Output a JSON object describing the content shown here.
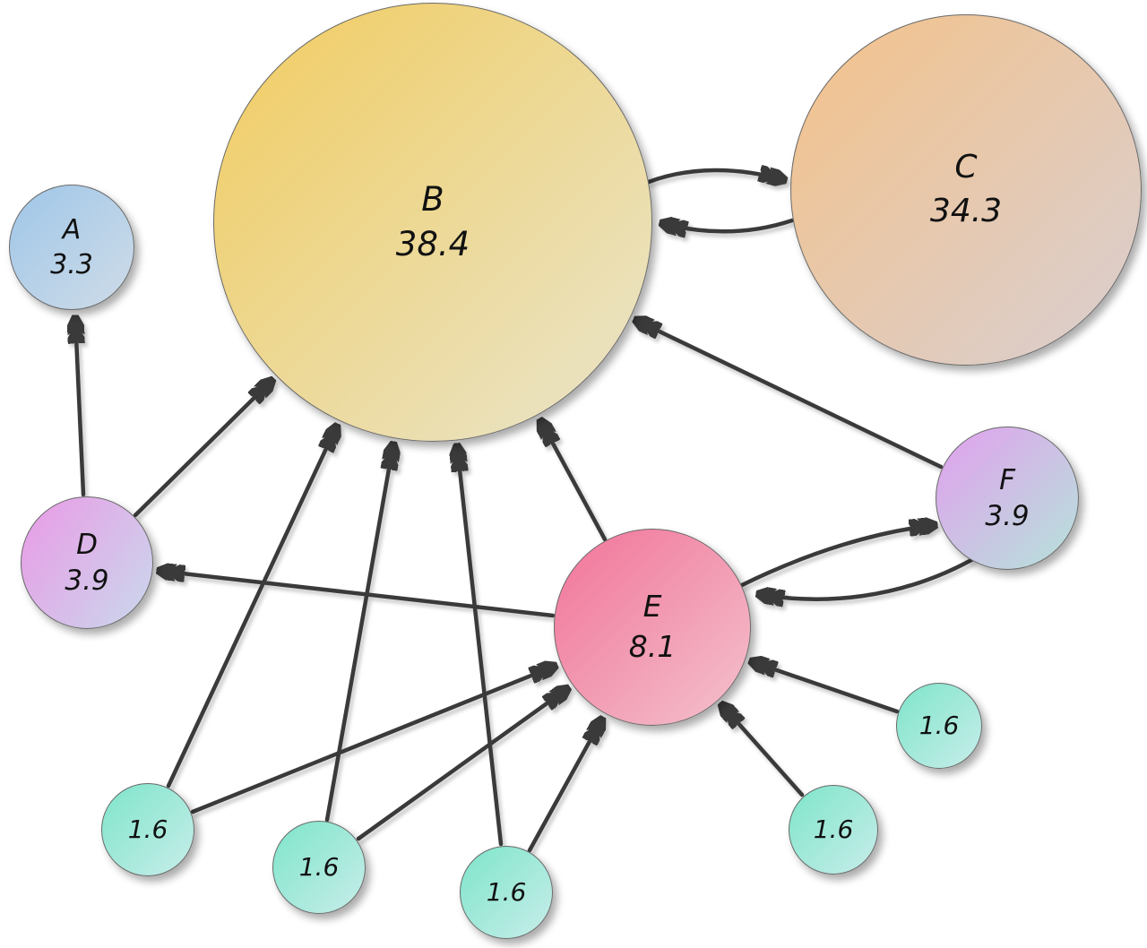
{
  "diagram": {
    "kind": "directed-graph",
    "background": "#ffffff",
    "arrow_color": "#3a3a3a",
    "nodes": [
      {
        "id": "A",
        "label": "A",
        "value": "3.3",
        "color_start": "#9fc6e8",
        "color_end": "#cfdce8"
      },
      {
        "id": "B",
        "label": "B",
        "value": "38.4",
        "color_start": "#f1cc5f",
        "color_end": "#e9e5cd"
      },
      {
        "id": "C",
        "label": "C",
        "value": "34.3",
        "color_start": "#f4c289",
        "color_end": "#d9cfd2"
      },
      {
        "id": "D",
        "label": "D",
        "value": "3.9",
        "color_start": "#ea9ae6",
        "color_end": "#c9d9ec"
      },
      {
        "id": "E",
        "label": "E",
        "value": "8.1",
        "color_start": "#f27399",
        "color_end": "#f3c2cc"
      },
      {
        "id": "F",
        "label": "F",
        "value": "3.9",
        "color_start": "#e2a0ee",
        "color_end": "#b5e3da"
      },
      {
        "id": "P1",
        "label": "",
        "value": "1.6",
        "color_start": "#7ee5ca",
        "color_end": "#c8edea"
      },
      {
        "id": "P2",
        "label": "",
        "value": "1.6",
        "color_start": "#7ee5ca",
        "color_end": "#c8edea"
      },
      {
        "id": "P3",
        "label": "",
        "value": "1.6",
        "color_start": "#7ee5ca",
        "color_end": "#c8edea"
      },
      {
        "id": "P4",
        "label": "",
        "value": "1.6",
        "color_start": "#7ee5ca",
        "color_end": "#c8edea"
      },
      {
        "id": "P5",
        "label": "",
        "value": "1.6",
        "color_start": "#7ee5ca",
        "color_end": "#c8edea"
      }
    ],
    "edges": [
      {
        "from": "B",
        "to": "C"
      },
      {
        "from": "C",
        "to": "B"
      },
      {
        "from": "D",
        "to": "A"
      },
      {
        "from": "D",
        "to": "B"
      },
      {
        "from": "E",
        "to": "B"
      },
      {
        "from": "E",
        "to": "D"
      },
      {
        "from": "E",
        "to": "F"
      },
      {
        "from": "F",
        "to": "B"
      },
      {
        "from": "F",
        "to": "E"
      },
      {
        "from": "P1",
        "to": "B"
      },
      {
        "from": "P1",
        "to": "E"
      },
      {
        "from": "P2",
        "to": "B"
      },
      {
        "from": "P2",
        "to": "E"
      },
      {
        "from": "P3",
        "to": "B"
      },
      {
        "from": "P3",
        "to": "E"
      },
      {
        "from": "P4",
        "to": "E"
      },
      {
        "from": "P5",
        "to": "E"
      }
    ]
  }
}
